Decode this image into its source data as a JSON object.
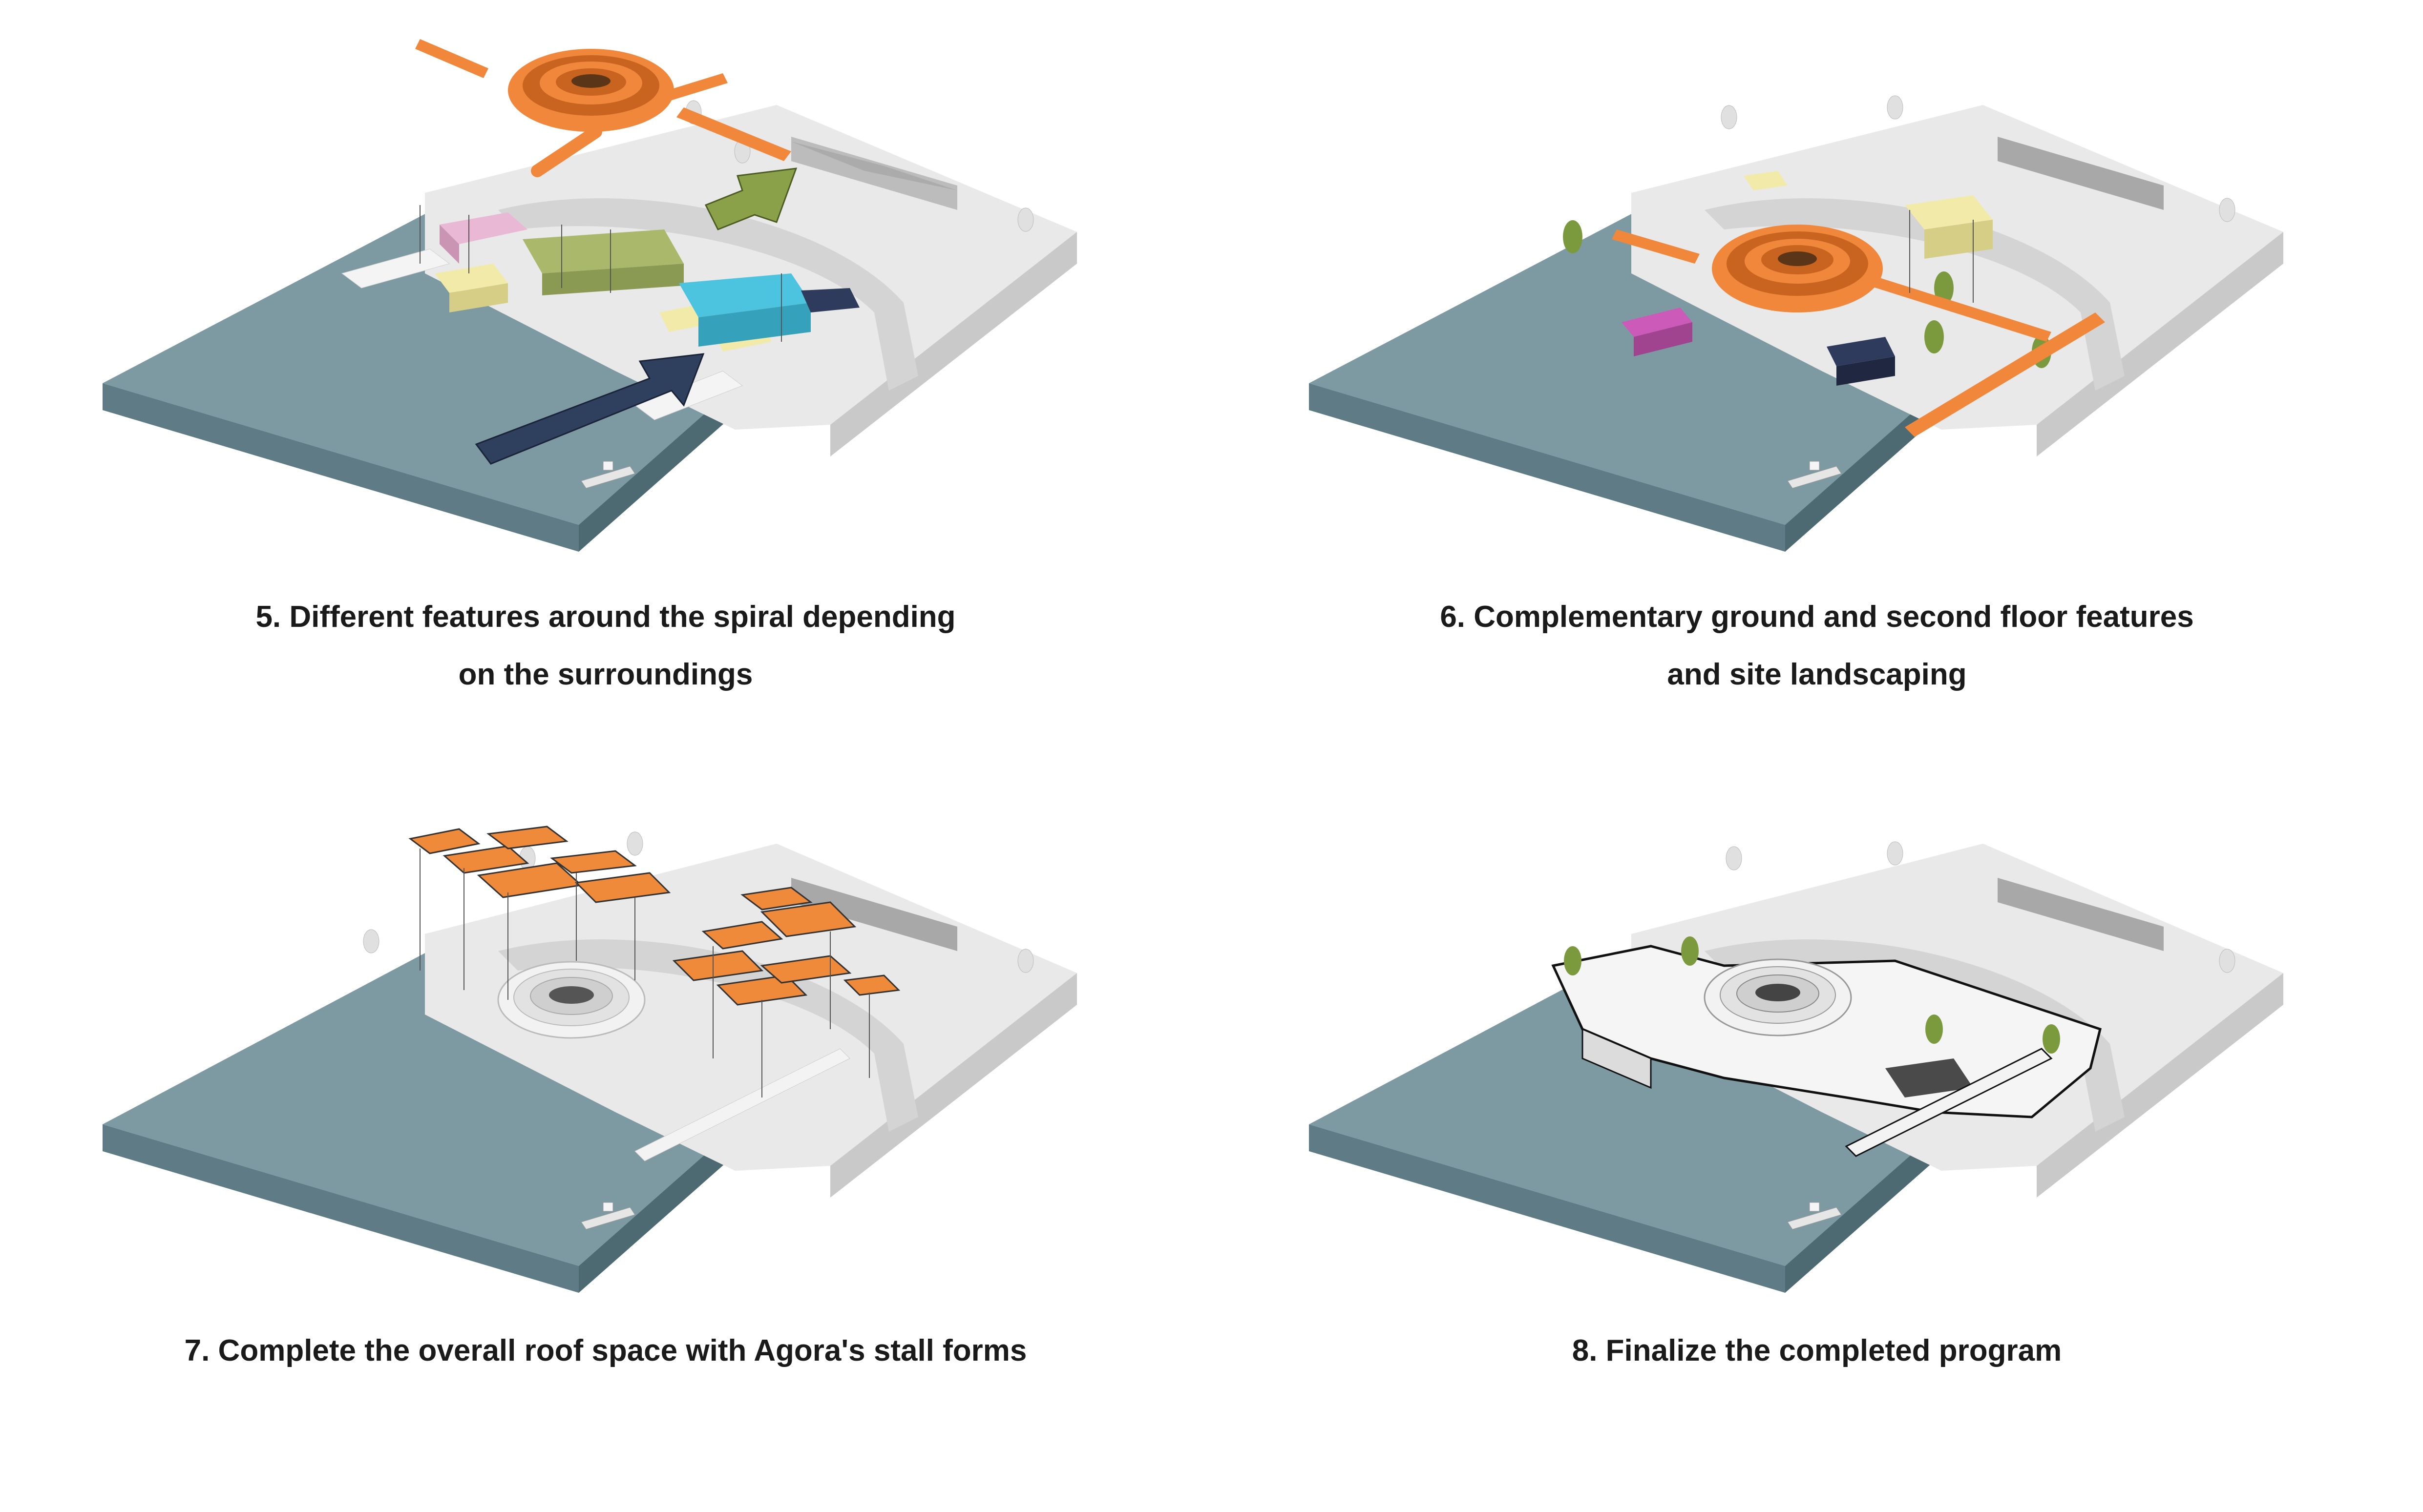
{
  "colors": {
    "water": "#7d9aa3",
    "water_side": "#5f7c86",
    "site": "#e9e9e9",
    "site_side": "#c9c9c9",
    "spiral": "#f0873a",
    "roof": "#f08a3b",
    "green_arrow": "#8aa14a",
    "navy_arrow": "#2f3f5e",
    "pink": "#e8b8d4",
    "yellow": "#f2eaa8",
    "olive": "#a9b86a",
    "cyan": "#4cc3df",
    "navy_block": "#2e3b5c",
    "magenta": "#cc5ab8",
    "tree": "#7b9a3e"
  },
  "panels": [
    {
      "id": "5",
      "caption_lines": [
        "5. Different features around the spiral depending",
        "on the surroundings"
      ],
      "icons": [
        "spiral-walkway-icon",
        "green-arrow-icon",
        "navy-arrow-icon",
        "boat-icon"
      ]
    },
    {
      "id": "6",
      "caption_lines": [
        "6. Complementary ground and second floor features",
        "and site landscaping"
      ],
      "icons": [
        "spiral-walkway-icon",
        "tree-icon",
        "boat-icon"
      ]
    },
    {
      "id": "7",
      "caption_lines": [
        "7. Complete the overall roof space with Agora's stall forms"
      ],
      "icons": [
        "roof-panel-icon",
        "spiral-icon",
        "boat-icon"
      ]
    },
    {
      "id": "8",
      "caption_lines": [
        "8. Finalize the completed program"
      ],
      "icons": [
        "spiral-icon",
        "tree-icon",
        "boat-icon"
      ]
    }
  ]
}
